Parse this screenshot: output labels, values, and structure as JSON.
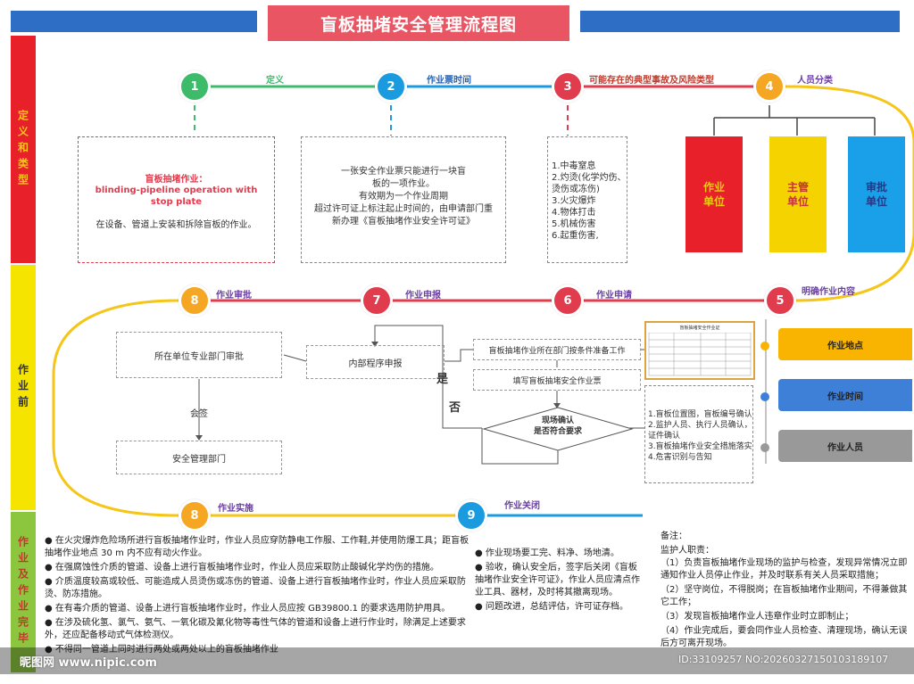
{
  "title": "盲板抽堵安全管理流程图",
  "side_labels": {
    "top": "定义和类型",
    "middle": "作业前",
    "bottom": "作业及作业完毕"
  },
  "steps": [
    {
      "num": "1",
      "label": "定义"
    },
    {
      "num": "2",
      "label": "作业票时间"
    },
    {
      "num": "3",
      "label": "可能存在的典型事故及风险类型"
    },
    {
      "num": "4",
      "label": "人员分类"
    },
    {
      "num": "5",
      "label": "明确作业内容"
    },
    {
      "num": "6",
      "label": "作业申请"
    },
    {
      "num": "7",
      "label": "作业申报"
    },
    {
      "num": "8",
      "label": "作业审批"
    },
    {
      "num": "8",
      "label": "作业实施"
    },
    {
      "num": "9",
      "label": "作业关闭"
    }
  ],
  "definition": {
    "title_cn": "盲板抽堵作业：",
    "title_en": "blinding-pipeline operation with stop plate",
    "body": "在设备、管道上安装和拆除盲板的作业。"
  },
  "permit_time": {
    "line1": "一张安全作业票只能进行一块盲",
    "line2": "板的一项作业。",
    "line3": "有效期为一个作业周期",
    "line4": "超过许可证上标注起止时间的，由申请部门重",
    "line5": "新办理《盲板抽堵作业安全许可证》"
  },
  "risks": [
    "1.中毒窒息",
    "2.灼烫(化学灼伤、",
    "烫伤或冻伤)",
    "3.火灾爆炸",
    "4.物体打击",
    "5.机械伤害",
    "6.起重伤害,"
  ],
  "personnel": [
    {
      "line1": "作业",
      "line2": "单位",
      "color": "#e8202a"
    },
    {
      "line1": "主管",
      "line2": "单位",
      "color": "#f5d300"
    },
    {
      "line1": "审批",
      "line2": "单位",
      "color": "#1aa0e8"
    }
  ],
  "work_content_tags": [
    {
      "label": "作业地点",
      "color": "#f8b400"
    },
    {
      "label": "作业时间",
      "color": "#3e7fd8"
    },
    {
      "label": "作业人员",
      "color": "#999999"
    }
  ],
  "flow": {
    "dept_review": "所在单位专业部门审批",
    "sign": "会签",
    "safety_dept": "安全管理部门",
    "internal": "内部程序申报",
    "prepare": "盲板抽堵作业所在部门按条件准备工作",
    "fill": "填写盲板抽堵安全作业票",
    "decision_line1": "现场确认",
    "decision_line2": "是否符合要求",
    "yes": "是",
    "no": "否"
  },
  "confirm_items": [
    "1.盲板位置图，盲板编号确认",
    "2.监护人员、执行人员确认，",
    "证件确认",
    "3.盲板抽堵作业安全措施落实",
    "4.危害识别与告知"
  ],
  "form_thumbnail_caption": "盲板抽堵安全作业证",
  "implementation_notes": [
    "在火灾爆炸危险场所进行盲板抽堵作业时，作业人员应穿防静电工作服、工作鞋,并使用防爆工具；距盲板抽堵作业地点 30 m 内不应有动火作业。",
    "在强腐蚀性介质的管道、设备上进行盲板抽堵作业时，作业人员应采取防止酸碱化学灼伤的措施。",
    "介质温度较高或较低、可能造成人员烫伤或冻伤的管道、设备上进行盲板抽堵作业时，作业人员应采取防烫、防冻措施。",
    "在有毒介质的管道、设备上进行盲板抽堵作业时，作业人员应按 GB39800.1 的要求选用防护用具。",
    "在涉及硫化氢、氯气、氨气、一氧化碳及氰化物等毒性气体的管道和设备上进行作业时，除满足上述要求外，还应配备移动式气体检测仪。",
    "不得同一管道上同时进行两处或两处以上的盲板抽堵作业"
  ],
  "closing_notes": [
    "作业现场要工完、料净、场地清。",
    "验收，确认安全后，签字后关闭《盲板抽堵作业安全许可证》，作业人员应清点作业工具、器材，及时将其撤离现场。",
    "问题改进，总结评估，许可证存档。"
  ],
  "remarks": {
    "heading": "备注：",
    "subheading": "监护人职责：",
    "items": [
      "（1）负责盲板抽堵作业现场的监护与检查，发现异常情况立即通知作业人员停止作业，并及时联系有关人员采取措施；",
      "（2）坚守岗位，不得脱岗；在盲板抽堵作业期间，不得兼做其它工作；",
      "（3）发现盲板抽堵作业人违章作业时立即制止；",
      "（4）作业完成后，要会同作业人员检查、清理现场，确认无误后方可离开现场。"
    ]
  },
  "watermark_left": "昵图网 www.nipic.com",
  "watermark_right": "ID:33109257 NO:20260327150103189107",
  "colors": {
    "green": "#3dbb6b",
    "blue": "#1a9be0",
    "red": "#e03c4e",
    "orange": "#f5a623",
    "yellow_line": "#f5c518"
  }
}
